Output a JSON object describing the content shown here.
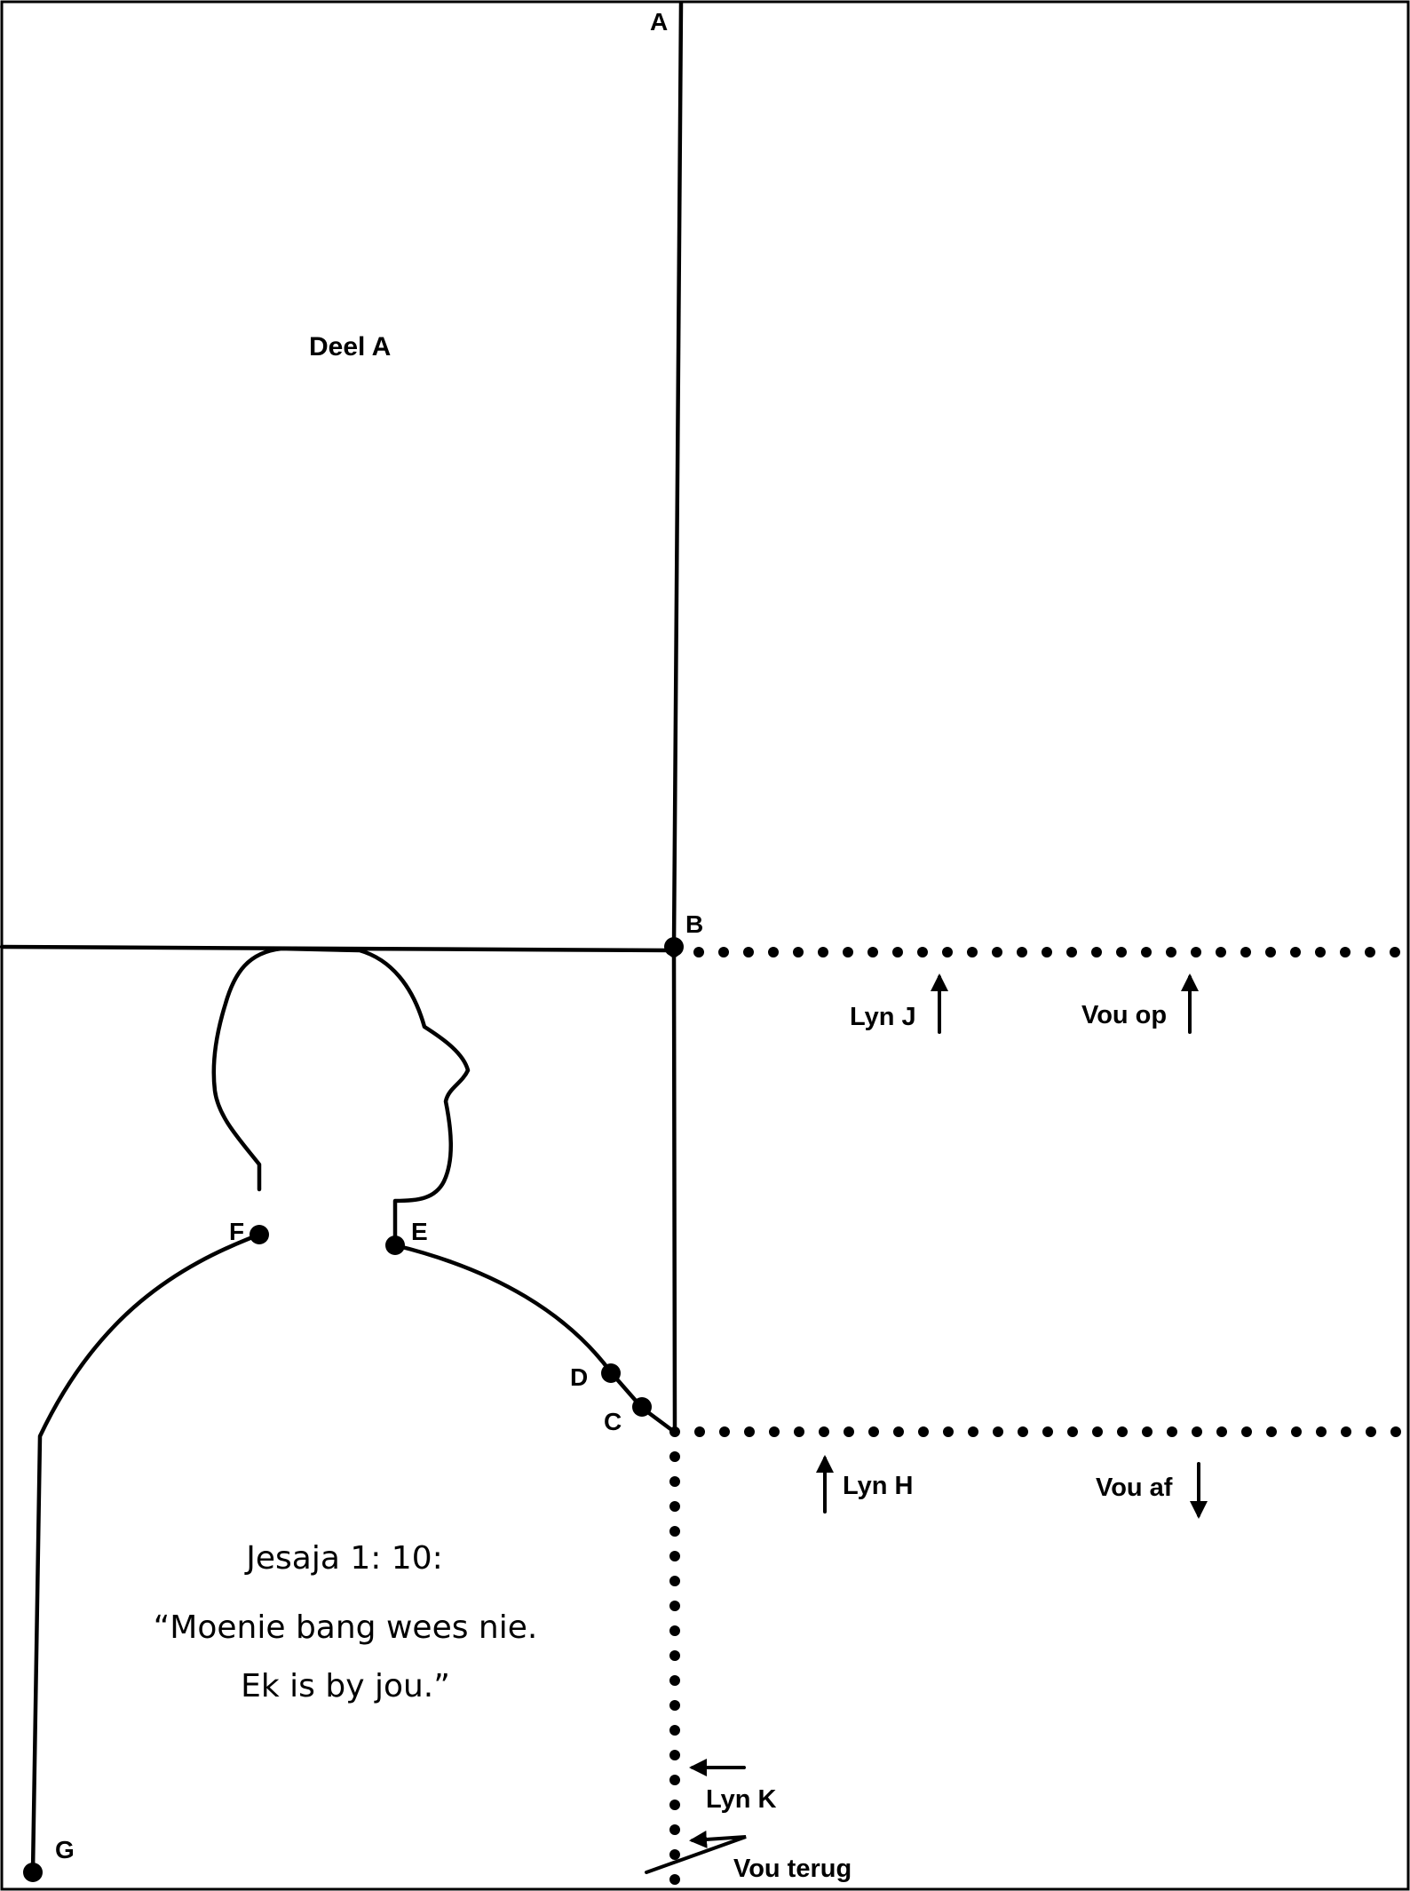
{
  "diagram": {
    "part_label": "Deel A",
    "points": {
      "A": "A",
      "B": "B",
      "C": "C",
      "D": "D",
      "E": "E",
      "F": "F",
      "G": "G"
    },
    "lines": {
      "line_j": "Lyn J",
      "fold_up": "Vou op",
      "line_h": "Lyn H",
      "fold_down": "Vou af",
      "line_k": "Lyn K",
      "fold_back": "Vou terug"
    },
    "verse": {
      "reference": "Jesaja 1: 10:",
      "line1": "“Moenie bang wees nie.",
      "line2": "Ek is by jou.”"
    }
  }
}
